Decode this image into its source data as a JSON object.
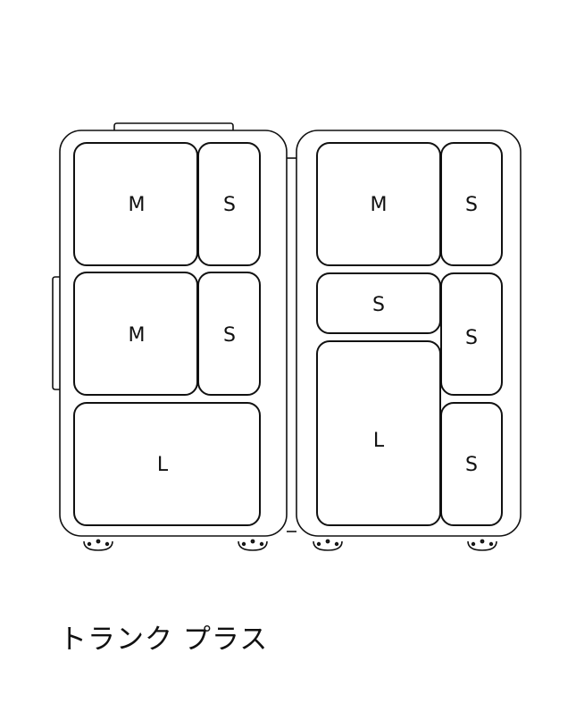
{
  "caption": "トランク プラス",
  "colors": {
    "stroke": "#111111",
    "background": "#ffffff",
    "wheel_stroke": "#333333"
  },
  "suitcase_left": {
    "cubes": [
      {
        "id": "left-m-top",
        "size_label": "M"
      },
      {
        "id": "left-s-top",
        "size_label": "S"
      },
      {
        "id": "left-m-mid",
        "size_label": "M"
      },
      {
        "id": "left-s-mid",
        "size_label": "S"
      },
      {
        "id": "left-l-bottom",
        "size_label": "L"
      }
    ]
  },
  "suitcase_right": {
    "cubes": [
      {
        "id": "right-m-top",
        "size_label": "M"
      },
      {
        "id": "right-s-top",
        "size_label": "S"
      },
      {
        "id": "right-s-wide",
        "size_label": "S"
      },
      {
        "id": "right-s-mid",
        "size_label": "S"
      },
      {
        "id": "right-l-bottom",
        "size_label": "L"
      },
      {
        "id": "right-s-bottom",
        "size_label": "S"
      }
    ]
  }
}
